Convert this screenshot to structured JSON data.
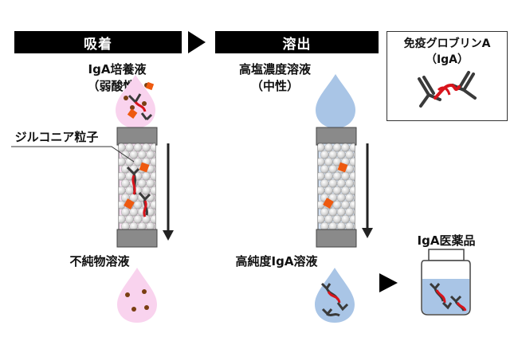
{
  "headers": {
    "adsorption": "吸着",
    "elution": "溶出"
  },
  "labels": {
    "culture_line1": "IgA培養液",
    "culture_line2": "（弱酸性）",
    "salt_line1": "高塩濃度溶液",
    "salt_line2": "（中性）",
    "zirconia": "ジルコニア粒子",
    "impurity": "不純物溶液",
    "pure": "高純度IgA溶液",
    "drug": "IgA医薬品"
  },
  "legend": {
    "title": "免疫グロブリンA",
    "subtitle": "（IgA）"
  },
  "colors": {
    "pink_drop": "#f9d3ee",
    "blue_drop": "#a9c5e6",
    "igA_red": "#d8141c",
    "igA_dark": "#3a3a3a",
    "impurity_orange": "#ee5a10",
    "impurity_brown": "#7a3f12",
    "column_cap": "#8a8a8a"
  }
}
